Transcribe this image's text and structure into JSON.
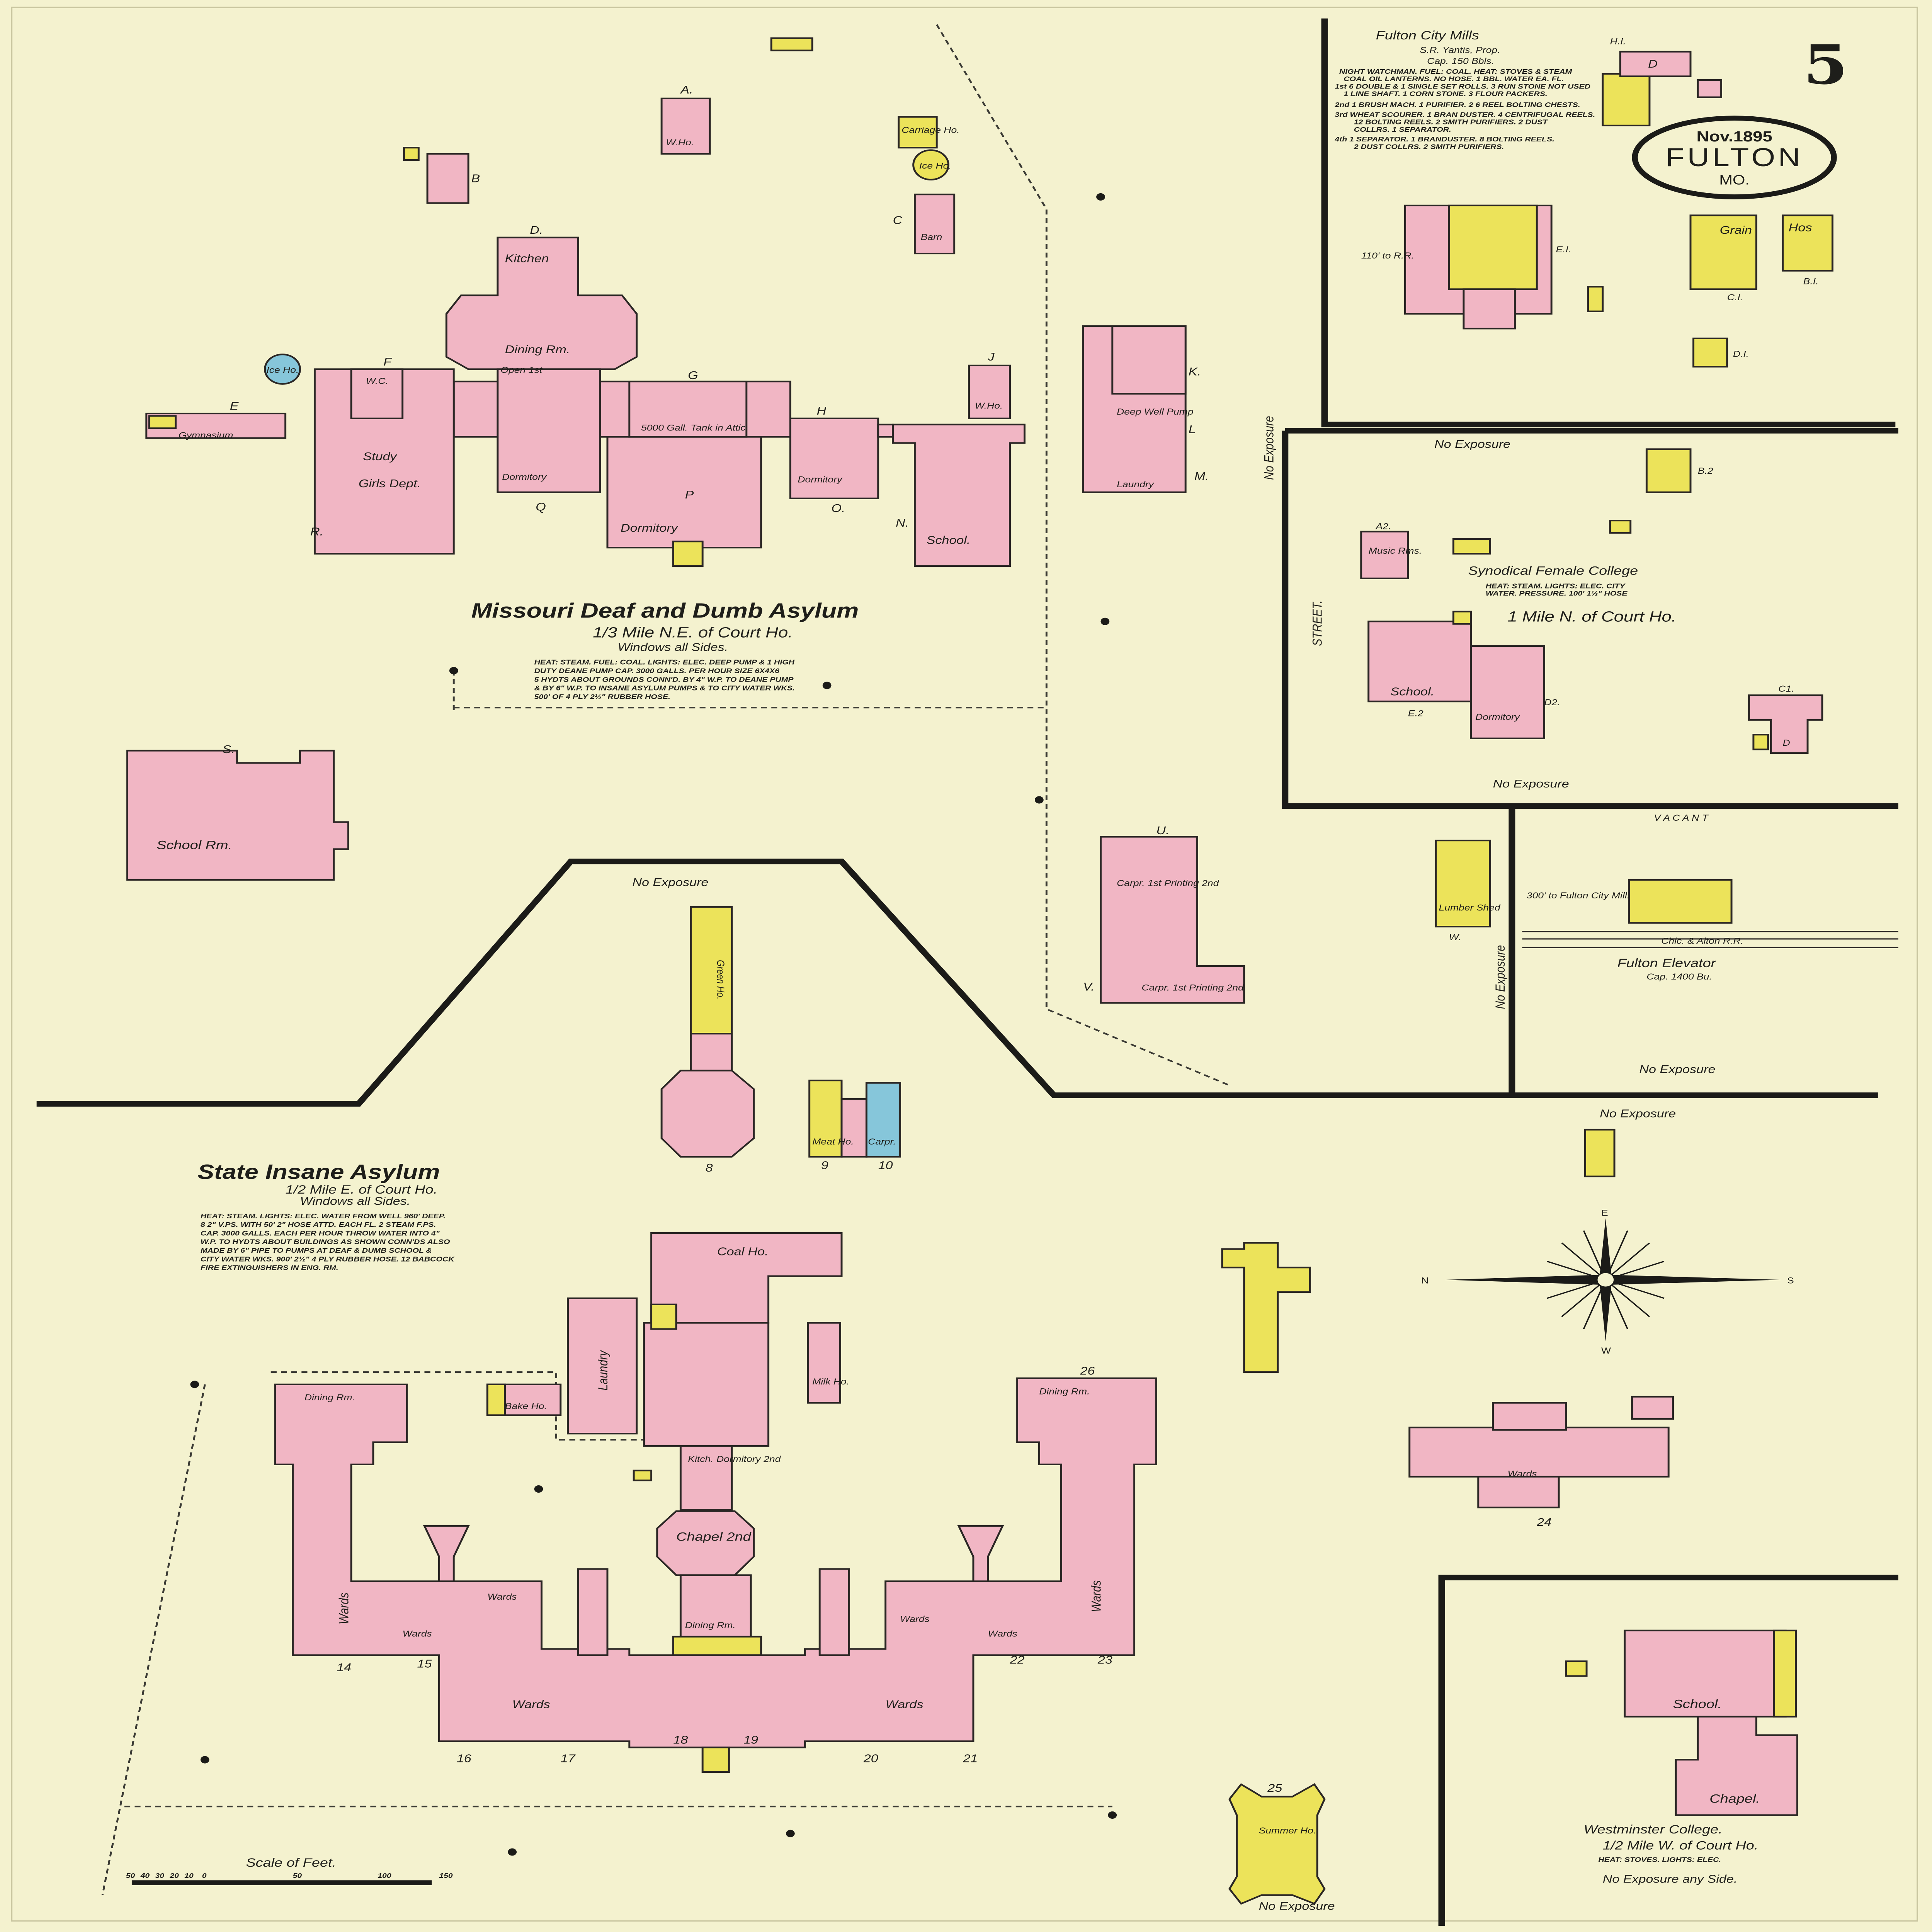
{
  "sheet": {
    "number": "5",
    "date": "Nov.1895",
    "city": "FULTON",
    "state": "MO."
  },
  "colors": {
    "paper": "#f4f2cf",
    "brick": "#f1b6c4",
    "frame": "#ece35a",
    "stone": "#86c6da"
  },
  "fulton_city_mills": {
    "title": "Fulton City Mills",
    "proprietor": "S.R. Yantis, Prop.",
    "capacity": "Cap. 150 Bbls.",
    "notes": [
      "NIGHT WATCHMAN. FUEL: COAL. HEAT: STOVES & STEAM",
      "COAL OIL LANTERNS. NO HOSE. 1 BBL. WATER EA. FL.",
      "1st 6 DOUBLE & 1 SINGLE SET ROLLS. 3 RUN STONE NOT USED",
      "1 LINE SHAFT. 1 CORN STONE. 3 FLOUR PACKERS.",
      "2nd 1 BRUSH MACH. 1 PURIFIER. 2 6 REEL BOLTING CHESTS.",
      "3rd WHEAT SCOURER. 1 BRAN DUSTER. 4 CENTRIFUGAL REELS.",
      "12 BOLTING REELS. 2 SMITH PURIFIERS. 2 DUST",
      "COLLRS. 1 SEPARATOR.",
      "4th 1 SEPARATOR. 1 BRANDUSTER. 8 BOLTING REELS.",
      "2 DUST COLLRS. 2 SMITH PURIFIERS."
    ],
    "labels": {
      "hi": "H.I.",
      "d": "D",
      "grain": "Grain",
      "hos": "Hos",
      "ci": "C.I.",
      "bi": "B.I.",
      "di": "D.I.",
      "ei": "E.I.",
      "rr": "110' to R.R."
    }
  },
  "deaf_dumb_asylum": {
    "title": "Missouri Deaf and Dumb Asylum",
    "location": "1/3 Mile N.E. of Court Ho.",
    "windows": "Windows all Sides.",
    "notes": [
      "HEAT: STEAM. FUEL: COAL. LIGHTS: ELEC. DEEP PUMP & 1 HIGH",
      "DUTY DEANE PUMP CAP. 3000 GALLS. PER HOUR SIZE 6X4X6",
      "5 HYDTS ABOUT GROUNDS CONN'D. BY 4\" W.P. TO DEANE PUMP",
      "& BY 6\" W.P. TO INSANE ASYLUM PUMPS & TO CITY WATER WKS.",
      "500' OF 4 PLY 2½\" RUBBER HOSE."
    ],
    "rooms": [
      "Kitchen",
      "Dining Rm.",
      "Study",
      "Girls Dept.",
      "W.C.",
      "Gymnasium",
      "Dormitory",
      "Dormitory",
      "Dormitory",
      "School.",
      "Laundry",
      "W.Ho.",
      "W.Ho.",
      "Carriage Ho.",
      "Ice Ho.",
      "Barn",
      "Ice Ho.",
      "School Rm.",
      "Open 1st",
      "5000 Gall. Tank in Attic",
      "Deep Well Pump"
    ],
    "letters": [
      "A.",
      "B",
      "C",
      "D.",
      "E",
      "F",
      "G",
      "H",
      "J",
      "K.",
      "L",
      "M.",
      "N.",
      "O.",
      "P",
      "Q",
      "R.",
      "S."
    ]
  },
  "printing": {
    "letter": "U.",
    "letter2": "V.",
    "upper": "Carpr. 1st Printing 2nd",
    "lower": "Carpr. 1st Printing 2nd"
  },
  "lumber": {
    "label": "Lumber Shed",
    "letter": "W."
  },
  "synodical": {
    "title": "Synodical Female College",
    "notes": [
      "HEAT: STEAM. LIGHTS: ELEC. CITY",
      "WATER. PRESSURE. 100' 1½\" HOSE"
    ],
    "location": "1 Mile N. of Court Ho.",
    "rooms": [
      "Music Rms.",
      "School.",
      "Dormitory",
      "A2.",
      "E.2",
      "D2.",
      "B.2",
      "C1.",
      "D"
    ],
    "street": "STREET."
  },
  "elevator": {
    "title": "Fulton Elevator",
    "capacity": "Cap. 1400 Bu.",
    "railroad": "Chic. & Alton R.R.",
    "mill_distance": "300' to Fulton City Mill.",
    "vacant": "V A C A N T"
  },
  "exposure": {
    "none": "No Exposure",
    "none_any_side": "No Exposure any Side."
  },
  "state_asylum": {
    "title": "State Insane Asylum",
    "location": "1/2 Mile E. of Court Ho.",
    "windows": "Windows all Sides.",
    "notes": [
      "HEAT: STEAM. LIGHTS: ELEC. WATER FROM WELL 960' DEEP.",
      "8 2\" V.PS. WITH 50' 2\" HOSE ATTD. EACH FL. 2 STEAM F.PS.",
      "CAP. 3000 GALLS. EACH PER HOUR THROW WATER INTO 4\"",
      "W.P. TO HYDTS ABOUT BUILDINGS AS SHOWN CONN'DS ALSO",
      "MADE BY 6\" PIPE TO PUMPS AT DEAF & DUMB SCHOOL &",
      "CITY WATER WKS. 900' 2½\" 4 PLY RUBBER HOSE. 12 BABCOCK",
      "FIRE EXTINGUISHERS IN ENG. RM."
    ],
    "rooms": [
      "Coal Ho.",
      "Laundry",
      "Kitch. Dormitory 2nd",
      "Chapel 2nd",
      "Dining Rm.",
      "Dining Rm.",
      "Dining Rm.",
      "Wards",
      "Wards",
      "Wards",
      "Wards",
      "Wards",
      "Wards",
      "Wards",
      "Wards",
      "Wards",
      "Green Ho.",
      "Meat Ho.",
      "Milk Ho.",
      "Carpr.",
      "Summer Ho.",
      "Bake Ho."
    ],
    "numbers": [
      "8",
      "9",
      "10",
      "14",
      "15",
      "16",
      "17",
      "18",
      "19",
      "20",
      "21",
      "22",
      "23",
      "24",
      "25",
      "26"
    ]
  },
  "westminster": {
    "title": "Westminster College.",
    "location": "1/2 Mile W. of Court Ho.",
    "notes": "HEAT: STOVES. LIGHTS: ELEC.",
    "rooms": [
      "School.",
      "Chapel."
    ]
  },
  "scale": {
    "label": "Scale of Feet.",
    "ticks": [
      "50",
      "40",
      "30",
      "20",
      "10",
      "0",
      "50",
      "100",
      "150"
    ]
  },
  "compass": {
    "n": "N",
    "s": "S",
    "e": "E",
    "w": "W"
  }
}
